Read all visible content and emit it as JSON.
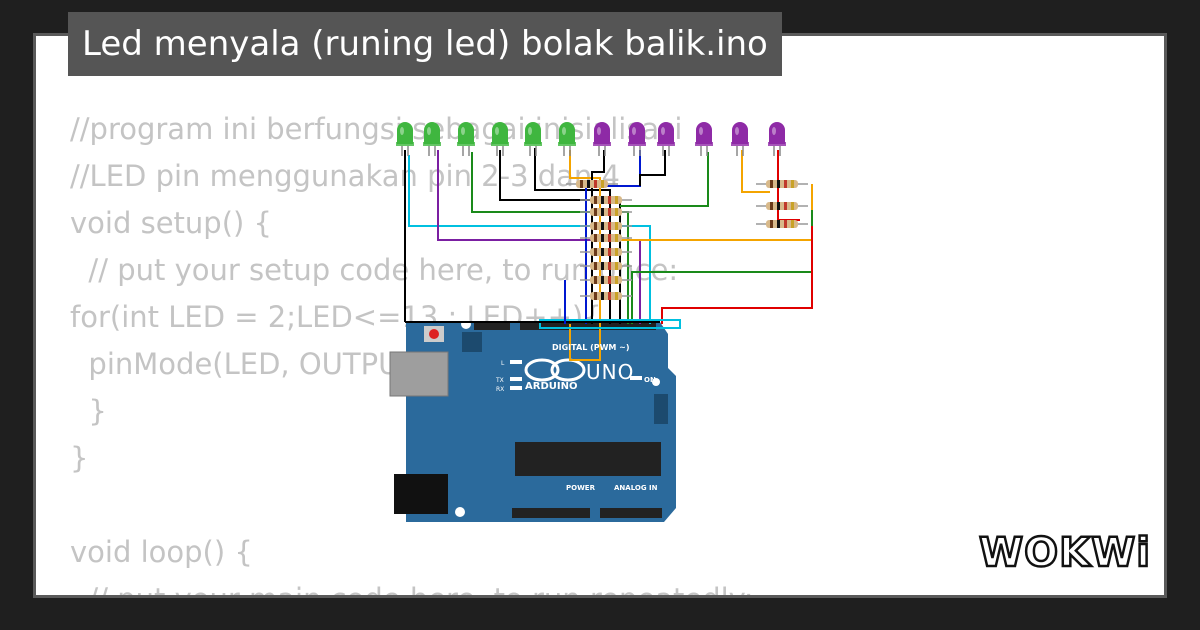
{
  "title": "Led menyala (runing led) bolak balik.ino",
  "code_lines": [
    "//program ini berfungsi sebagai inisialisasi",
    "//LED pin menggunakan pin 2-3 dan 4",
    "void setup() {",
    "  // put your setup code here, to run once:",
    "for(int LED = 2;LED<=13 ; LED++){",
    "  pinMode(LED, OUTPUT);",
    "  }",
    "}",
    "",
    "void loop() {",
    "  // put your main code here, to run repeatedly:"
  ],
  "board": {
    "model": "UNO",
    "brand": "ARDUINO",
    "digital_label": "DIGITAL (PWM ~)",
    "power_label": "POWER",
    "analog_label": "ANALOG IN",
    "on_label": "ON",
    "l_label": "L",
    "tx_label": "TX",
    "rx_label": "RX"
  },
  "logo_text": "WOKWi",
  "colors": {
    "background": "#1f1f1f",
    "card": "#ffffff",
    "banner": "#555555",
    "board": "#2b6a9c",
    "led_green": "#3fb63f",
    "led_purple": "#8e2aa6"
  },
  "leds": [
    {
      "color": "green"
    },
    {
      "color": "green"
    },
    {
      "color": "green"
    },
    {
      "color": "green"
    },
    {
      "color": "green"
    },
    {
      "color": "green"
    },
    {
      "color": "purple"
    },
    {
      "color": "purple"
    },
    {
      "color": "purple"
    },
    {
      "color": "purple"
    },
    {
      "color": "purple"
    },
    {
      "color": "purple"
    }
  ]
}
